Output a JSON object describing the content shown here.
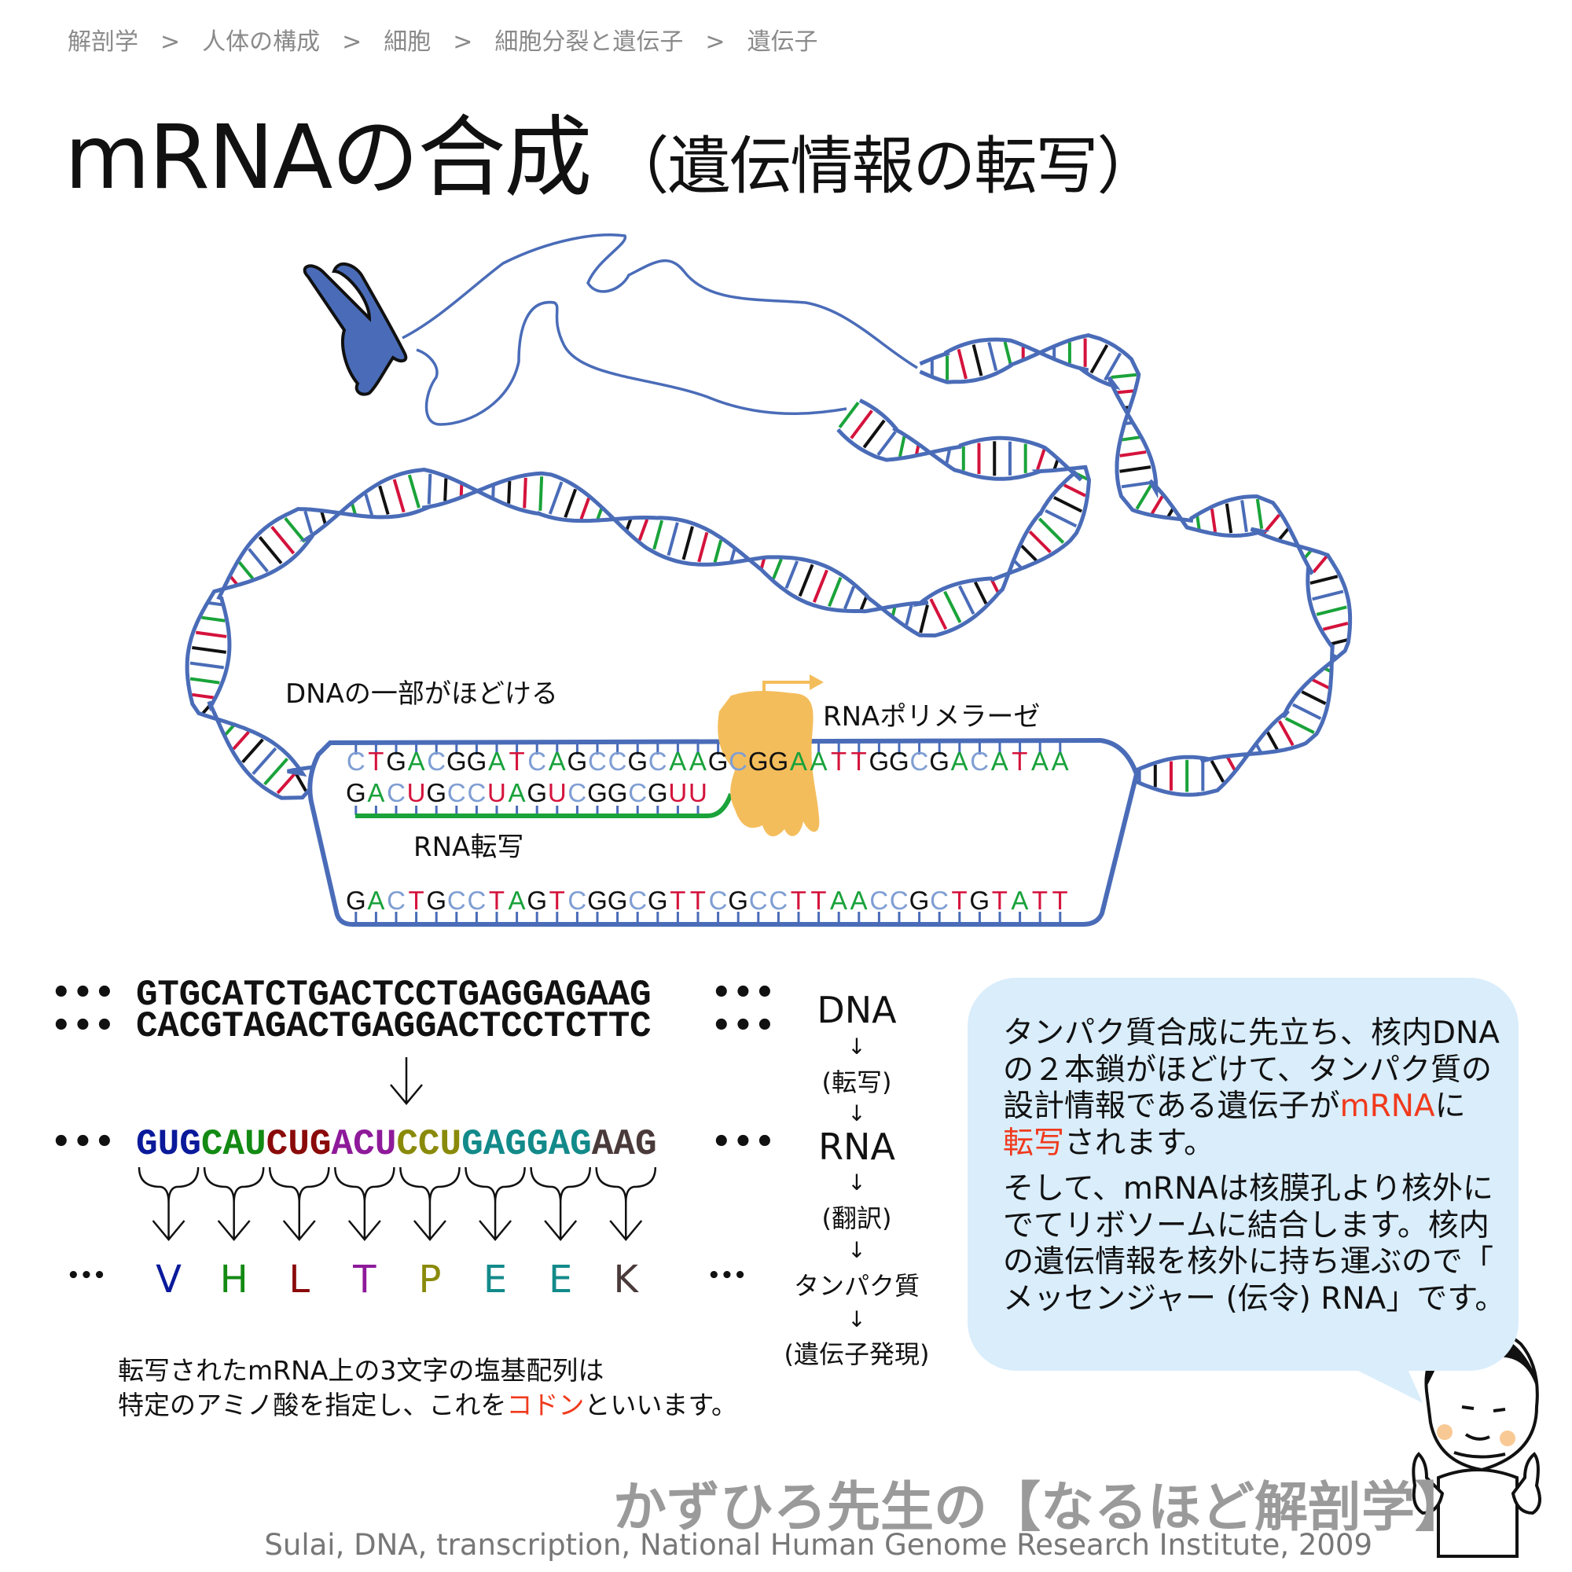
{
  "breadcrumb": [
    "解剖学",
    "人体の構成",
    "細胞",
    "細胞分裂と遺伝子",
    "遺伝子"
  ],
  "breadcrumb_separator": ">",
  "title": {
    "main": "mRNAの合成",
    "sub": "（遺伝情報の転写）"
  },
  "diagram": {
    "unwind_label": "DNAの一部がほどける",
    "polymerase_label": "RNAポリメラーゼ",
    "transcription_label": "RNA転写",
    "template_top": "CTGACGGATCAGCCGCAAGCGGAATTGGCGACATAA",
    "rna_strand": "GACUGCCUAGUCGGCGUU",
    "coding_bottom": "GACTGCCTAGTCGGCGTTCGCCTTAACCGCTGTATT",
    "colors": {
      "A": "#19a23b",
      "T": "#d4133c",
      "U": "#d4133c",
      "G": "#111111",
      "C": "#7f9ed3",
      "strand": "#4a6cb8",
      "rna_line": "#1aa33a",
      "polymerase": "#f4bd5c"
    }
  },
  "codon_panel": {
    "ellipsis": "•••",
    "ellipsis_small": "•••",
    "dna_top": "GTGCATCTGACTCCTGAGGAGAAG",
    "dna_bottom": "CACGTAGACTGAGGACTCCTCTTC",
    "codons": [
      {
        "codon": "GUG",
        "amino": "V",
        "color": "#0a1a9a"
      },
      {
        "codon": "CAU",
        "amino": "H",
        "color": "#138a13"
      },
      {
        "codon": "CUG",
        "amino": "L",
        "color": "#8a0a0a"
      },
      {
        "codon": "ACU",
        "amino": "T",
        "color": "#8e1a9a"
      },
      {
        "codon": "CCU",
        "amino": "P",
        "color": "#8a8a0a"
      },
      {
        "codon": "GAG",
        "amino": "E",
        "color": "#138a8a"
      },
      {
        "codon": "GAG",
        "amino": "E",
        "color": "#138a8a"
      },
      {
        "codon": "AAG",
        "amino": "K",
        "color": "#4a3a3a"
      }
    ],
    "caption_line1": "転写されたmRNA上の3文字の塩基配列は",
    "caption_line2_a": "特定のアミノ酸を指定し、これを",
    "caption_line2_highlight": "コドン",
    "caption_line2_b": "といいます。"
  },
  "flow": {
    "steps": [
      "DNA",
      "(転写)",
      "RNA",
      "(翻訳)",
      "タンパク質",
      "(遺伝子発現)"
    ],
    "arrow": "↓"
  },
  "bubble": {
    "p1_a": "タンパク質合成に先立ち、核内DNA",
    "p1_b": "の２本鎖がほどけて、タンパク質の",
    "p1_c": "設計情報である遺伝子が",
    "p1_c_hl": "mRNA",
    "p1_c_end": "に",
    "p1_d_hl": "転写",
    "p1_d": "されます。",
    "p2_a": "そして、mRNAは核膜孔より核外に",
    "p2_b": "でてリボソームに結合します。核内",
    "p2_c": "の遺伝情報を核外に持ち運ぶので「",
    "p2_d": "メッセンジャー (伝令) RNA」です。",
    "color": "#d9edfb",
    "highlight_color": "#f03a1c"
  },
  "footer": {
    "brand": "かずひろ先生の【なるほど解剖学】",
    "credit": "Sulai, DNA, transcription, National Human Genome Research Institute, 2009"
  }
}
